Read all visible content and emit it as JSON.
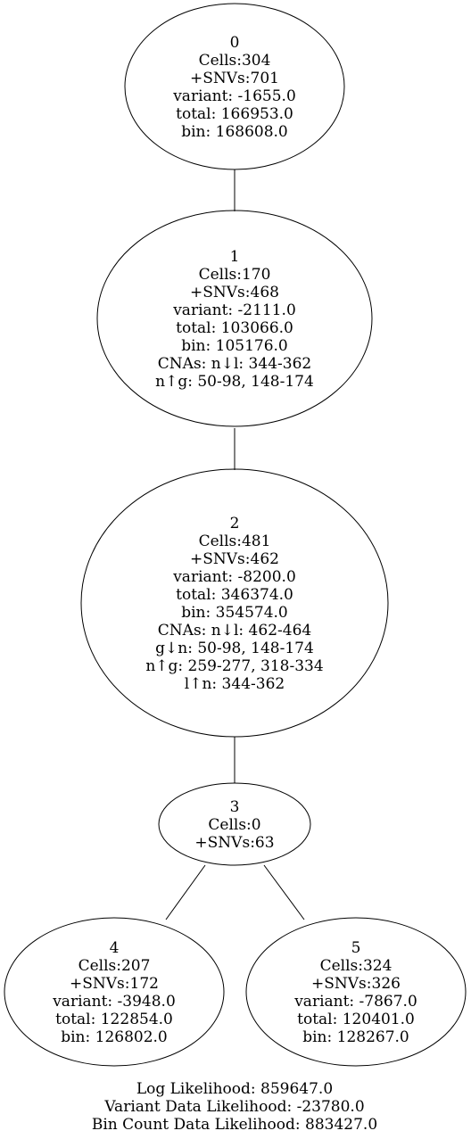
{
  "tree": {
    "nodes": [
      {
        "id": "0",
        "lines": [
          "0",
          "Cells:304",
          "+SNVs:701",
          "variant: -1655.0",
          "total: 166953.0",
          "bin: 168608.0"
        ]
      },
      {
        "id": "1",
        "lines": [
          "1",
          "Cells:170",
          "+SNVs:468",
          "variant: -2111.0",
          "total: 103066.0",
          "bin: 105176.0",
          "CNAs: n↓l: 344-362",
          "n↑g: 50-98, 148-174"
        ]
      },
      {
        "id": "2",
        "lines": [
          "2",
          "Cells:481",
          "+SNVs:462",
          "variant: -8200.0",
          "total: 346374.0",
          "bin: 354574.0",
          "CNAs: n↓l: 462-464",
          "g↓n: 50-98, 148-174",
          "n↑g: 259-277, 318-334",
          "l↑n: 344-362"
        ]
      },
      {
        "id": "3",
        "lines": [
          "3",
          "Cells:0",
          "+SNVs:63"
        ]
      },
      {
        "id": "4",
        "lines": [
          "4",
          "Cells:207",
          "+SNVs:172",
          "variant: -3948.0",
          "total: 122854.0",
          "bin: 126802.0"
        ]
      },
      {
        "id": "5",
        "lines": [
          "5",
          "Cells:324",
          "+SNVs:326",
          "variant: -7867.0",
          "total: 120401.0",
          "bin: 128267.0"
        ]
      }
    ],
    "edges": [
      [
        "0",
        "1"
      ],
      [
        "1",
        "2"
      ],
      [
        "2",
        "3"
      ],
      [
        "3",
        "4"
      ],
      [
        "3",
        "5"
      ]
    ]
  },
  "footer": {
    "log_likelihood": "Log Likelihood: 859647.0",
    "variant_likelihood": "Variant Data Likelihood: -23780.0",
    "bin_likelihood": "Bin Count Data Likelihood: 883427.0"
  }
}
